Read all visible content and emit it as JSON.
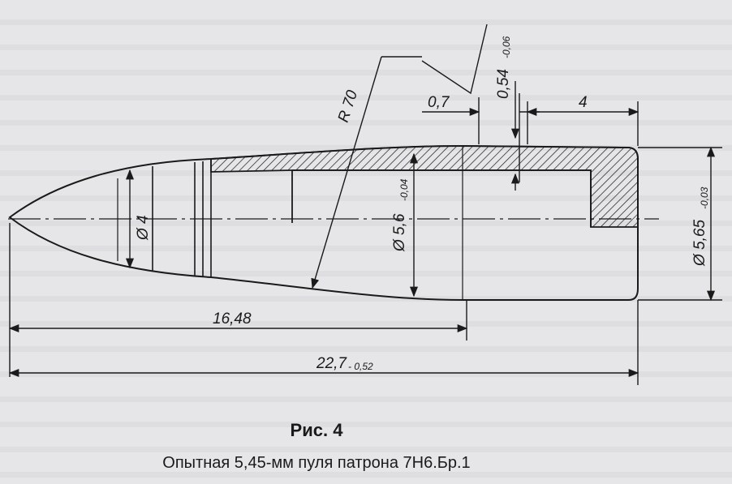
{
  "labels": {
    "radius": "R 70",
    "dim_07": "0,7",
    "dim_054": "0,54",
    "dim_054_tol": "-0,06",
    "dim_4": "4",
    "d4": "Ø 4",
    "d56": "Ø 5,6",
    "d56_tol": "-0,04",
    "d565": "Ø 5,65",
    "d565_tol": "-0,03",
    "len_1648": "16,48",
    "len_227": "22,7",
    "len_227_tol": "- 0,52"
  },
  "caption": {
    "figure": "Рис.  4",
    "title": "Опытная 5,45-мм пуля патрона 7Н6.Бр.1"
  }
}
